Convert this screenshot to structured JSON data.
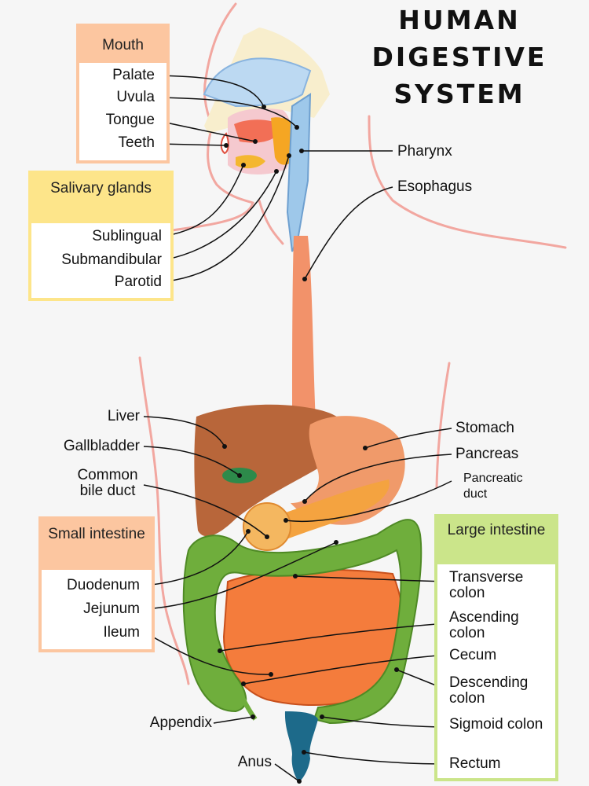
{
  "title": [
    "HUMAN",
    "DIGESTIVE",
    "SYSTEM"
  ],
  "groups": {
    "mouth": "Mouth",
    "salivary": "Salivary glands",
    "small_intestine": "Small intestine",
    "large_intestine": "Large intestine"
  },
  "labels": {
    "palate": "Palate",
    "uvula": "Uvula",
    "tongue": "Tongue",
    "teeth": "Teeth",
    "sublingual": "Sublingual",
    "submandibular": "Submandibular",
    "parotid": "Parotid",
    "pharynx": "Pharynx",
    "esophagus": "Esophagus",
    "liver": "Liver",
    "gallbladder": "Gallbladder",
    "common_bile_duct": "Common bile duct",
    "stomach": "Stomach",
    "pancreas": "Pancreas",
    "pancreatic_duct": "Pancreatic duct",
    "duodenum": "Duodenum",
    "jejunum": "Jejunum",
    "ileum": "Ileum",
    "appendix": "Appendix",
    "anus": "Anus",
    "transverse_colon": "Transverse colon",
    "ascending_colon": "Ascending colon",
    "cecum": "Cecum",
    "descending_colon": "Descending colon",
    "sigmoid_colon": "Sigmoid colon",
    "rectum": "Rectum"
  },
  "colors": {
    "body_outline": "#f2a7a0",
    "liver": "#b8663a",
    "stomach": "#f09a6a",
    "small_intestine": "#f47c3c",
    "large_intestine": "#6fae3c",
    "rectum": "#1d6a8a",
    "esophagus": "#f2926a",
    "gallbladder": "#2d8a4a",
    "pancreas": "#f4a340"
  }
}
